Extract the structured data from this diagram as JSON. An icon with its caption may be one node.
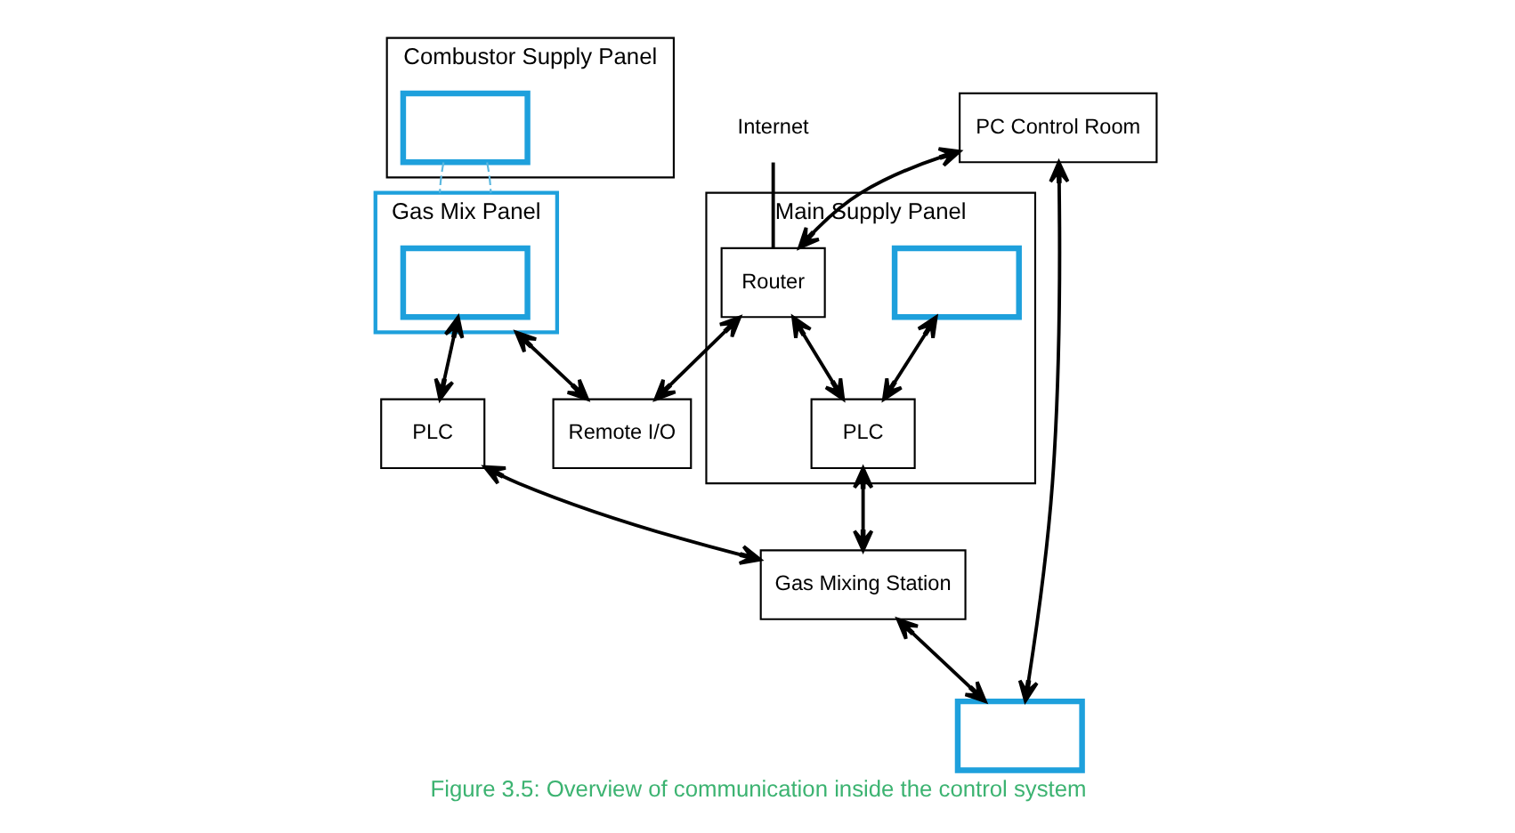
{
  "diagram": {
    "caption": "Figure 3.5: Overview of communication inside the control system",
    "nodes": [
      {
        "text": [
          "Internet"
        ]
      },
      {
        "text": [
          "Main Supply Panel"
        ]
      },
      {
        "text": [
          "Router"
        ],
        "in": 1
      },
      {
        "text": [],
        "shape": "box",
        "in": 1
      },
      {
        "text": [
          "PLC"
        ],
        "in": 1
      },
      {
        "text": [
          "Combustor Supply Panel"
        ]
      },
      {
        "text": [],
        "shape": "box",
        "in": 5
      },
      {
        "text": [
          "Gas Mix Panel"
        ]
      },
      {
        "text": [],
        "shape": "box",
        "in": 7
      },
      {
        "text": [
          "Remote I/O"
        ]
      },
      {
        "text": [
          "PLC"
        ]
      },
      {
        "text": [
          "Gas Mixing Station"
        ]
      },
      {
        "text": [
          "PC Control Room"
        ]
      },
      {
        "text": [],
        "shape": "box"
      }
    ],
    "edges": [
      {
        "from": 0,
        "to": 2,
        "arrow": "none"
      },
      {
        "from": 2,
        "to": 4,
        "arrow": "both"
      },
      {
        "from": 2,
        "to": 9,
        "arrow": "both"
      },
      {
        "from": 3,
        "to": 4,
        "arrow": "both"
      },
      {
        "from": 6,
        "to": 7,
        "arrow": "none",
        "style": "dashed",
        "color": "#5bb8e0"
      },
      {
        "from": 6,
        "to": 7,
        "arrow": "none",
        "style": "dashed",
        "color": "#5bb8e0"
      },
      {
        "from": 7,
        "to": 9,
        "arrow": "both"
      },
      {
        "from": 8,
        "to": 10,
        "arrow": "both"
      },
      {
        "from": 10,
        "to": 11,
        "arrow": "both"
      },
      {
        "from": 11,
        "to": 13,
        "arrow": "both"
      },
      {
        "from": 4,
        "to": 11,
        "arrow": "both"
      },
      {
        "from": 12,
        "to": 2,
        "arrow": "both"
      },
      {
        "from": 12,
        "to": 13,
        "arrow": "both"
      }
    ]
  }
}
